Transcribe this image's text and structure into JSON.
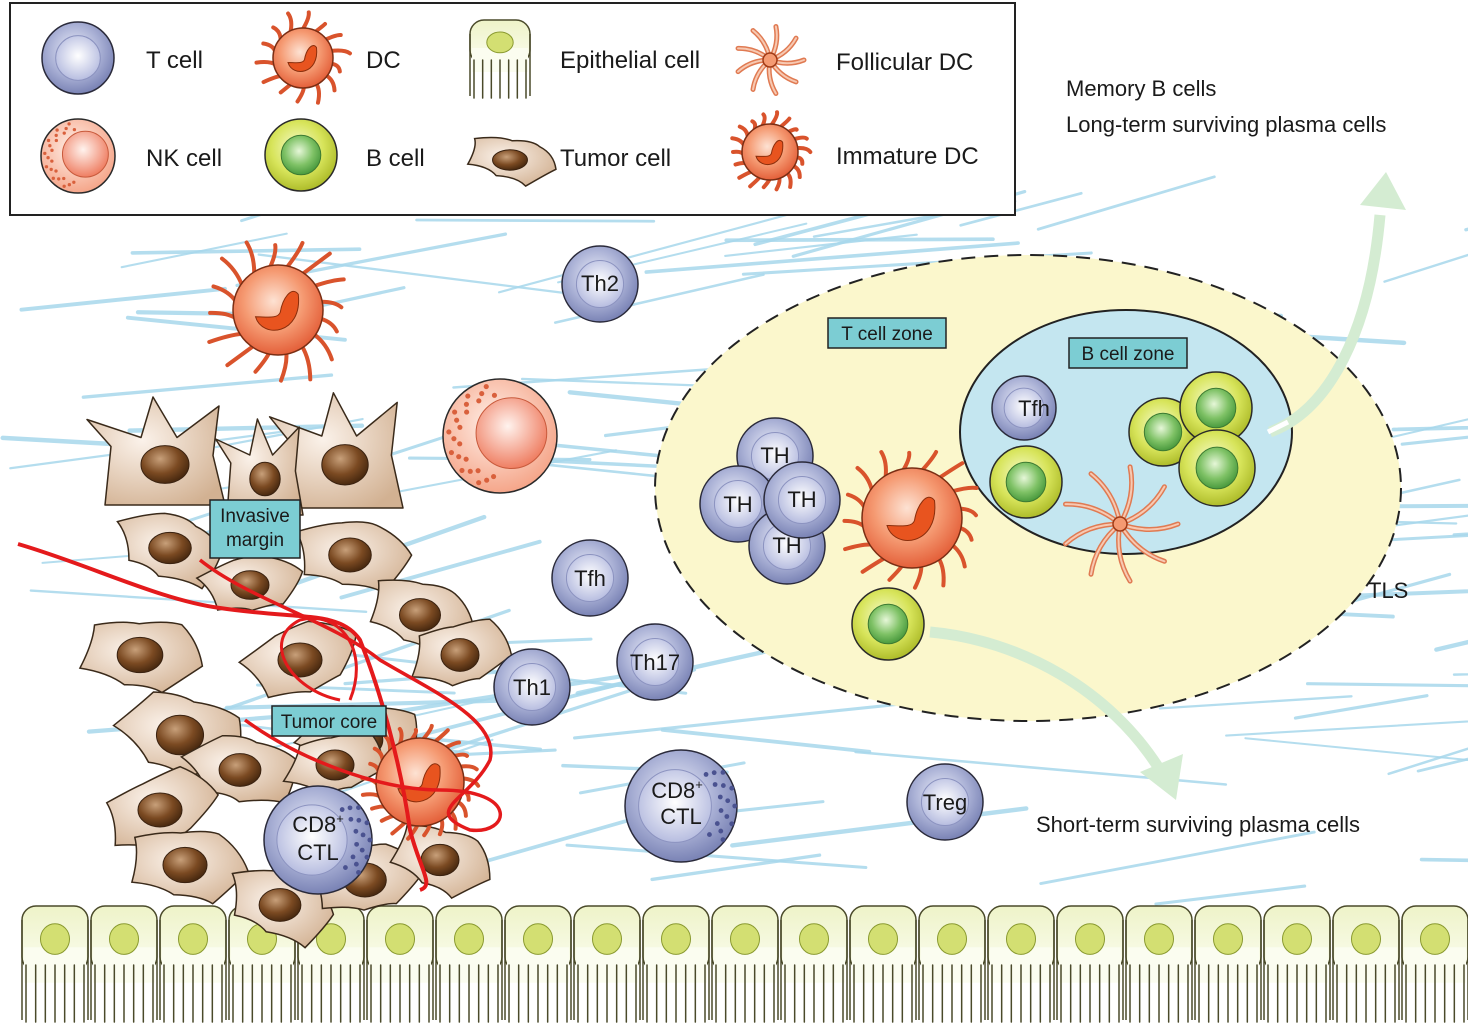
{
  "legend": {
    "t_cell": "T cell",
    "dc": "DC",
    "epithelial_cell": "Epithelial cell",
    "follicular_dc": "Follicular DC",
    "nk_cell": "NK cell",
    "b_cell": "B cell",
    "tumor_cell": "Tumor cell",
    "immature_dc": "Immature DC"
  },
  "cells": {
    "th2": "Th2",
    "tfh_free": "Tfh",
    "th17": "Th17",
    "th1": "Th1",
    "treg": "Treg",
    "th": "TH",
    "tfh_tls": "Tfh",
    "cd8_line1": "CD8",
    "cd8_sup": "+",
    "ctl": "CTL"
  },
  "boxes": {
    "invasive_1": "Invasive",
    "invasive_2": "margin",
    "tumor_core": "Tumor core",
    "t_cell_zone": "T cell zone",
    "b_cell_zone": "B cell zone"
  },
  "outcomes": {
    "memory": "Memory B cells",
    "long_term": "Long-term surviving plasma cells",
    "short_term": "Short-term surviving plasma cells",
    "tls": "TLS"
  },
  "colors": {
    "t_cell": "#9aa3cc",
    "dc": "#ef7a52",
    "b_cell": "#cfe04e",
    "tumor": "#dcc0a6",
    "fiber": "#a8d8ec",
    "tls_fill": "#fbf7cc",
    "b_zone_fill": "#bfe3ef",
    "label_box": "#7ccdd3",
    "tumor_line": "#e41a1c",
    "arrow": "#d4ecd2"
  }
}
